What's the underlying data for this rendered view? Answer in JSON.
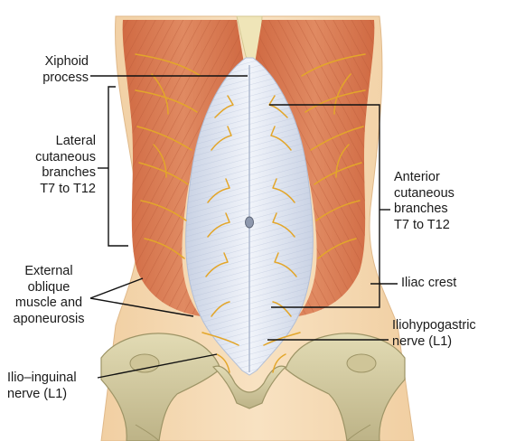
{
  "labels": {
    "xiphoid": "Xiphoid\nprocess",
    "lateral": "Lateral\ncutaneous\nbranches\nT7 to T12",
    "anterior": "Anterior\ncutaneous\nbranches\nT7 to T12",
    "external_oblique": "External\noblique\nmuscle and\naponeurosis",
    "iliac_crest": "Iliac crest",
    "iliohypogastric": "Iliohypogastric\nnerve (L1)",
    "ilioinguinal": "Ilio–inguinal\nnerve (L1)"
  },
  "colors": {
    "skin": "#f6dcb5",
    "muscle": "#d9784f",
    "muscle_stripe": "#bf5e3a",
    "aponeurosis": "#e3e8f2",
    "aponeurosis_shade": "#bcc7db",
    "nerve": "#e3a62a",
    "bone": "#d8d1a8",
    "bone_shade": "#b7ae80",
    "sternum": "#efe5b8"
  }
}
